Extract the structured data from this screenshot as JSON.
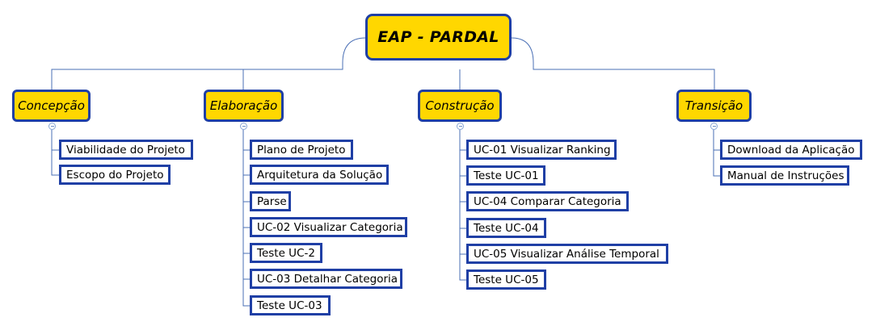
{
  "root": {
    "label": "EAP - PARDAL"
  },
  "phases": [
    {
      "label": "Concepção",
      "tasks": [
        "Viabilidade do Projeto",
        "Escopo do Projeto"
      ]
    },
    {
      "label": "Elaboração",
      "tasks": [
        "Plano de Projeto",
        "Arquitetura da Solução",
        "Parse",
        "UC-02 Visualizar Categoria",
        "Teste UC-2",
        "UC-03 Detalhar Categoria",
        "Teste UC-03"
      ]
    },
    {
      "label": "Construção",
      "tasks": [
        "UC-01 Visualizar Ranking",
        "Teste UC-01",
        "UC-04 Comparar Categoria",
        "Teste UC-04",
        "UC-05 Visualizar Análise Temporal",
        "Teste UC-05"
      ]
    },
    {
      "label": "Transição",
      "tasks": [
        "Download da Aplicação",
        "Manual de Instruções"
      ]
    }
  ],
  "colors": {
    "node_fill": "#ffd700",
    "node_border": "#1f3fa5",
    "connector": "#4a6fb5"
  }
}
